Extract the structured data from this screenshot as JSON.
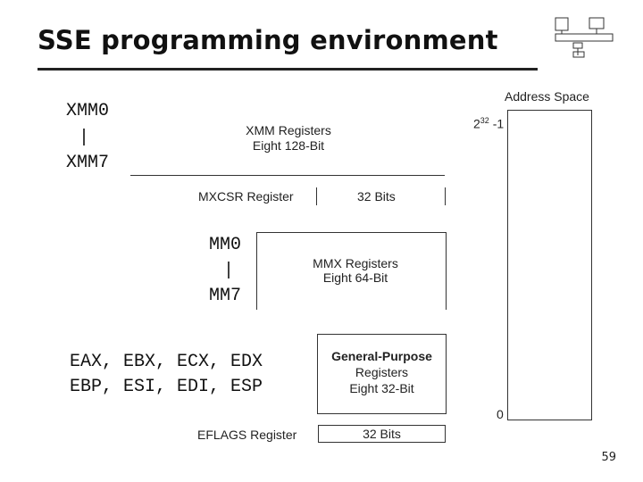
{
  "slide": {
    "title": "SSE programming environment",
    "page_number": "59"
  },
  "registers": {
    "xmm_first": "XMM0",
    "xmm_sep": "|",
    "xmm_last": "XMM7",
    "xmm_box_line1": "XMM Registers",
    "xmm_box_line2": "Eight 128-Bit",
    "mxcsr_label": "MXCSR Register",
    "mxcsr_bits": "32 Bits",
    "mm_first": "MM0",
    "mm_sep": "|",
    "mm_last": "MM7",
    "mmx_box_line1": "MMX Registers",
    "mmx_box_line2": "Eight 64-Bit",
    "gp_line1": "EAX, EBX, ECX, EDX",
    "gp_line2": "EBP, ESI, EDI, ESP",
    "gp_box_line1": "General-Purpose",
    "gp_box_line2": "Registers",
    "gp_box_line3": "Eight 32-Bit",
    "eflags_label": "EFLAGS Register",
    "eflags_bits": "32 Bits"
  },
  "address_space": {
    "title": "Address Space",
    "top_label_base": "2",
    "top_label_exp": "32",
    "top_label_suffix": " -1",
    "bottom_label": "0"
  }
}
